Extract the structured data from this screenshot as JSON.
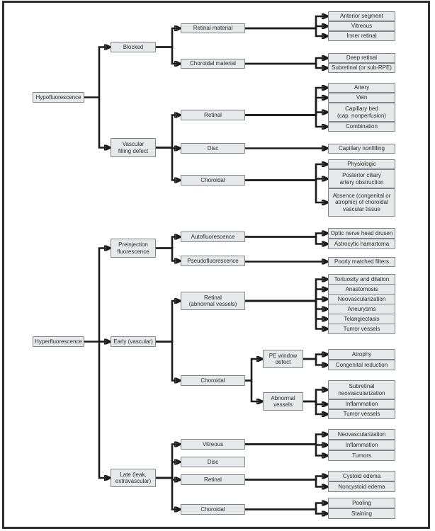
{
  "colors": {
    "background": "#ffffff",
    "frame": "#2e2e2e",
    "box_fill": "#e7e8ea",
    "box_border": "#7f848a",
    "connector_line": "#1c1c1c",
    "text": "#2b2b2b"
  },
  "tree": [
    {
      "label": "Hypofluorescence",
      "children": [
        {
          "label": "Blocked",
          "children": [
            {
              "label": "Retinal material",
              "children": [
                {
                  "label": "Anterior segment"
                },
                {
                  "label": "Vitreous"
                },
                {
                  "label": "Inner retinal"
                }
              ]
            },
            {
              "label": "Choroidal material",
              "children": [
                {
                  "label": "Deep retinal"
                },
                {
                  "label": "Subretinal (or sub-RPE)"
                }
              ]
            }
          ]
        },
        {
          "label": "Vascular\nfilling defect",
          "children": [
            {
              "label": "Retinal",
              "children": [
                {
                  "label": "Artery"
                },
                {
                  "label": "Vein"
                },
                {
                  "label": "Capillary bed\n(cap. nonperfusion)"
                },
                {
                  "label": "Combination"
                }
              ]
            },
            {
              "label": "Disc",
              "children": [
                {
                  "label": "Capillary nonfilling"
                }
              ]
            },
            {
              "label": "Choroidal",
              "children": [
                {
                  "label": "Physiologic"
                },
                {
                  "label": "Posterior ciliary\nartery obstruction"
                },
                {
                  "label": "Absence (congenital or\natrophic) of choroidal\nvascular tissue"
                }
              ]
            }
          ]
        }
      ]
    },
    {
      "label": "Hyperfluorescence",
      "children": [
        {
          "label": "Preinjection\nfluorescence",
          "children": [
            {
              "label": "Autofluorescence",
              "children": [
                {
                  "label": "Optic nerve head drusen"
                },
                {
                  "label": "Astrocytic hamartoma"
                }
              ]
            },
            {
              "label": "Pseudofluorescence",
              "children": [
                {
                  "label": "Poorly matched filters"
                }
              ]
            }
          ]
        },
        {
          "label": "Early (vascular)",
          "children": [
            {
              "label": "Retinal\n(abnormal vessels)",
              "children": [
                {
                  "label": "Tortuosity and dilation"
                },
                {
                  "label": "Anastomosis"
                },
                {
                  "label": "Neovascularization"
                },
                {
                  "label": "Aneurysms"
                },
                {
                  "label": "Telangiectasis"
                },
                {
                  "label": "Tumor vessels"
                }
              ]
            },
            {
              "label": "Choroidal",
              "children": [
                {
                  "label": "PE window\ndefect",
                  "children": [
                    {
                      "label": "Atrophy"
                    },
                    {
                      "label": "Congenital reduction"
                    }
                  ]
                },
                {
                  "label": "Abnormal\nvessels",
                  "children": [
                    {
                      "label": "Subretinal\nneovascularization"
                    },
                    {
                      "label": "Inflammation"
                    },
                    {
                      "label": "Tumor vessels"
                    }
                  ]
                }
              ]
            }
          ]
        },
        {
          "label": "Late (leak,\nextravascular)",
          "children": [
            {
              "label": "Vitreous",
              "children": [
                {
                  "label": "Neovascularization"
                },
                {
                  "label": "Inflammation"
                },
                {
                  "label": "Tumors"
                }
              ]
            },
            {
              "label": "Disc"
            },
            {
              "label": "Retinal",
              "children": [
                {
                  "label": "Cystoid edema"
                },
                {
                  "label": "Noncystoid edema"
                }
              ]
            },
            {
              "label": "Choroidal",
              "children": [
                {
                  "label": "Pooling"
                },
                {
                  "label": "Staining"
                }
              ]
            }
          ]
        }
      ]
    }
  ]
}
